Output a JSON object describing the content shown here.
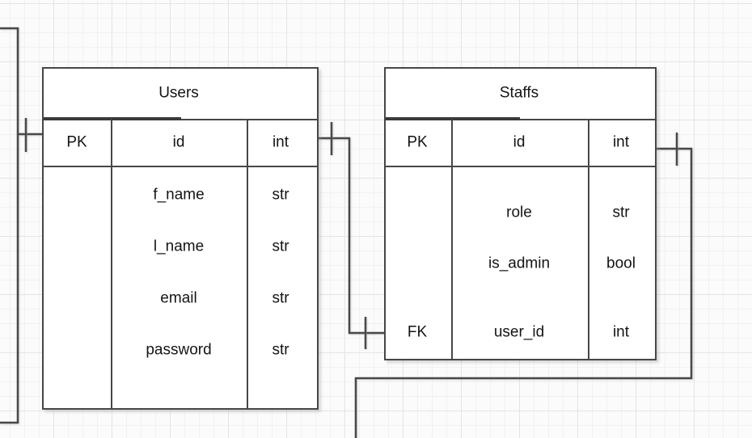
{
  "colors": {
    "line": "#474747",
    "text": "#141414",
    "entity_fill": "#ffffff",
    "grid_minor": "#f1f1f1",
    "grid_major": "#e4e4e4",
    "background": "#fbfbfb"
  },
  "entities": [
    {
      "title": "Users",
      "rows": [
        {
          "key": "PK",
          "name": "id",
          "type": "int"
        },
        {
          "key": "",
          "name": "f_name",
          "type": "str"
        },
        {
          "key": "",
          "name": "l_name",
          "type": "str"
        },
        {
          "key": "",
          "name": "email",
          "type": "str"
        },
        {
          "key": "",
          "name": "password",
          "type": "str"
        }
      ]
    },
    {
      "title": "Staffs",
      "rows": [
        {
          "key": "PK",
          "name": "id",
          "type": "int"
        },
        {
          "key": "",
          "name": "role",
          "type": "str"
        },
        {
          "key": "",
          "name": "is_admin",
          "type": "bool"
        },
        {
          "key": "FK",
          "name": "user_id",
          "type": "int"
        }
      ]
    }
  ],
  "connectors": [
    {
      "id": "edge-left-offcanvas-to-users-id",
      "cardinality": "one"
    },
    {
      "id": "edge-users-id-to-staffs-user-id",
      "cardinality": "one-to-one"
    },
    {
      "id": "edge-staffs-id-to-offcanvas-bottom",
      "cardinality": "one"
    }
  ]
}
